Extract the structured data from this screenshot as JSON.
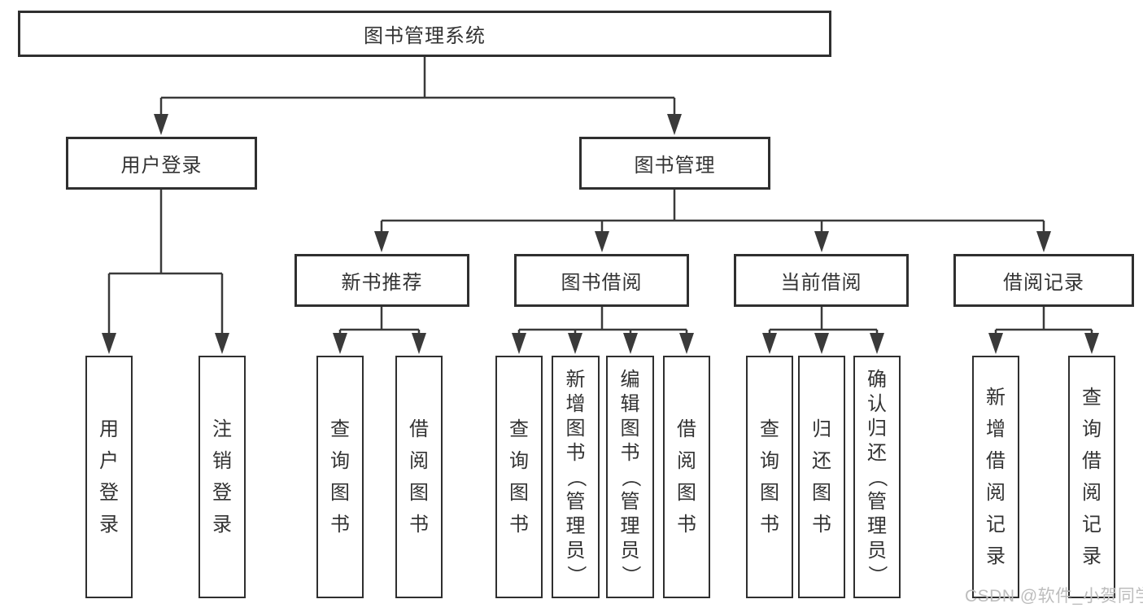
{
  "tree": {
    "root": {
      "label": "图书管理系统"
    },
    "branches": [
      {
        "label": "用户登录",
        "children": [
          {
            "label": "用户登录"
          },
          {
            "label": "注销登录"
          }
        ]
      },
      {
        "label": "图书管理",
        "children": [
          {
            "label": "新书推荐",
            "children": [
              {
                "label": "查询图书"
              },
              {
                "label": "借阅图书"
              }
            ]
          },
          {
            "label": "图书借阅",
            "children": [
              {
                "label": "查询图书"
              },
              {
                "label": "新增图书（管理员）"
              },
              {
                "label": "编辑图书（管理员）"
              },
              {
                "label": "借阅图书"
              }
            ]
          },
          {
            "label": "当前借阅",
            "children": [
              {
                "label": "查询图书"
              },
              {
                "label": "归还图书"
              },
              {
                "label": "确认归还（管理员）"
              }
            ]
          },
          {
            "label": "借阅记录",
            "children": [
              {
                "label": "新增借阅记录"
              },
              {
                "label": "查询借阅记录"
              }
            ]
          }
        ]
      }
    ]
  },
  "watermark": "CSDN @软件_小贺同学",
  "colors": {
    "line": "#3a3a3a",
    "border": "#2f2f2f",
    "text": "#333333",
    "watermark": "#bdbdbd",
    "background": "#ffffff"
  }
}
